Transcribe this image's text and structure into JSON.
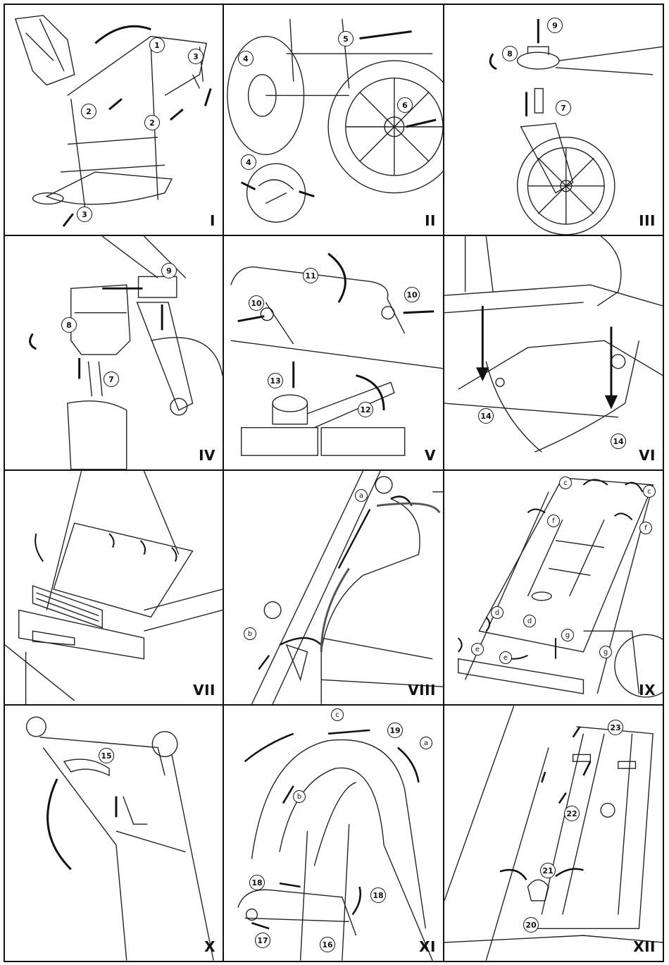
{
  "panels": [
    {
      "id": "I",
      "callouts": [
        "1",
        "2",
        "2",
        "3",
        "3"
      ]
    },
    {
      "id": "II",
      "callouts": [
        "4",
        "4",
        "5",
        "6"
      ]
    },
    {
      "id": "III",
      "callouts": [
        "7",
        "8",
        "9"
      ]
    },
    {
      "id": "IV",
      "callouts": [
        "7",
        "8",
        "9"
      ]
    },
    {
      "id": "V",
      "callouts": [
        "10",
        "10",
        "11",
        "12",
        "13"
      ]
    },
    {
      "id": "VI",
      "callouts": [
        "14",
        "14"
      ]
    },
    {
      "id": "VII",
      "callouts": []
    },
    {
      "id": "VIII",
      "callouts": [
        "a",
        "b"
      ]
    },
    {
      "id": "IX",
      "callouts": [
        "c",
        "c",
        "f",
        "f",
        "d",
        "d",
        "e",
        "e",
        "g",
        "g"
      ]
    },
    {
      "id": "X",
      "callouts": [
        "15"
      ]
    },
    {
      "id": "XI",
      "callouts": [
        "19",
        "c",
        "a",
        "b",
        "18",
        "18",
        "17",
        "16"
      ]
    },
    {
      "id": "XII",
      "callouts": [
        "23",
        "22",
        "21",
        "20"
      ]
    }
  ]
}
